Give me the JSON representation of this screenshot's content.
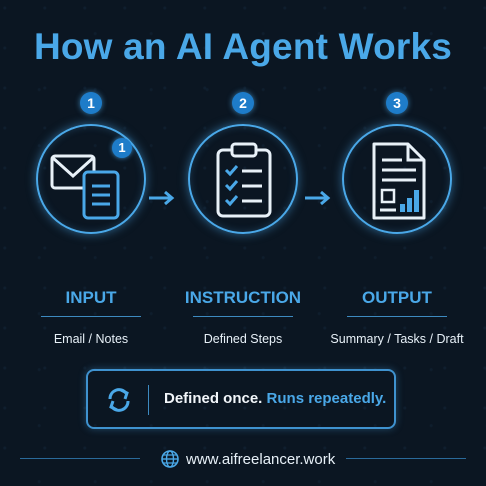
{
  "title": "How an AI Agent Works",
  "steps": [
    {
      "number": "1",
      "label": "INPUT",
      "sub": "Email / Notes",
      "icon": "email-notes-icon",
      "badge": "1"
    },
    {
      "number": "2",
      "label": "INSTRUCTION",
      "sub": "Defined Steps",
      "icon": "clipboard-checklist-icon"
    },
    {
      "number": "3",
      "label": "OUTPUT",
      "sub": "Summary / Tasks / Draft",
      "icon": "document-chart-icon"
    }
  ],
  "banner": {
    "text_plain": "Defined once.",
    "text_accent": "Runs repeatedly.",
    "icon": "sync-icon"
  },
  "footer": {
    "url": "www.aifreelancer.work",
    "icon": "globe-icon"
  },
  "colors": {
    "background": "#0b1622",
    "accent": "#4aa8e8",
    "badge": "#1e7cc9",
    "text": "#e8f1f8"
  }
}
